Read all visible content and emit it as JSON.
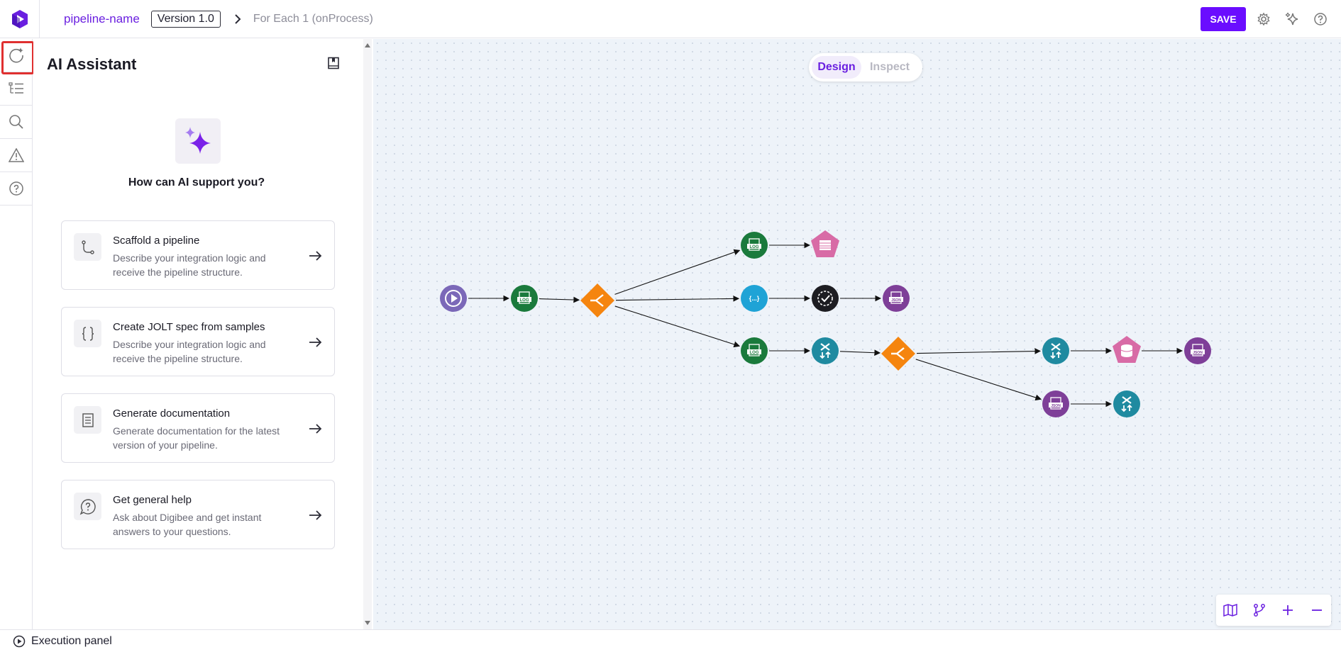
{
  "header": {
    "pipeline_name": "pipeline-name",
    "version": "Version 1.0",
    "breadcrumb_sub": "For Each 1 (onProcess)",
    "save_label": "SAVE"
  },
  "sidebar": {
    "items": [
      {
        "name": "ai-assistant",
        "icon": "ai-assistant-icon",
        "active": true
      },
      {
        "name": "tree",
        "icon": "tree-list-icon"
      },
      {
        "name": "search",
        "icon": "search-icon"
      },
      {
        "name": "warnings",
        "icon": "warning-icon"
      },
      {
        "name": "help",
        "icon": "help-icon"
      }
    ]
  },
  "ai_panel": {
    "title": "AI Assistant",
    "question": "How can AI support you?",
    "cards": [
      {
        "title": "Scaffold a pipeline",
        "description": "Describe your integration logic and receive the pipeline structure.",
        "icon": "branch-path-icon"
      },
      {
        "title": "Create JOLT spec from samples",
        "description": "Describe your integration logic and receive the pipeline structure.",
        "icon": "braces-icon"
      },
      {
        "title": "Generate documentation",
        "description": "Generate documentation for the latest version of your pipeline.",
        "icon": "document-icon"
      },
      {
        "title": "Get general help",
        "description": "Ask about Digibee and get instant answers to your questions.",
        "icon": "question-bubble-icon"
      }
    ]
  },
  "canvas": {
    "mode_design": "Design",
    "mode_inspect": "Inspect",
    "nodes": [
      {
        "id": "trigger",
        "kind": "trigger",
        "color": "#7b68b8"
      },
      {
        "id": "log1",
        "kind": "log",
        "color": "#1a7a3c"
      },
      {
        "id": "choice1",
        "kind": "choice",
        "color": "#f5850f"
      },
      {
        "id": "log2",
        "kind": "log",
        "color": "#1a7a3c"
      },
      {
        "id": "table1",
        "kind": "table",
        "color": "#d86ba6"
      },
      {
        "id": "rest1",
        "kind": "rest",
        "color": "#1fa3d6"
      },
      {
        "id": "validator1",
        "kind": "validator",
        "color": "#1d1d22"
      },
      {
        "id": "json1",
        "kind": "json",
        "color": "#7e3f98"
      },
      {
        "id": "log3",
        "kind": "log",
        "color": "#1a7a3c"
      },
      {
        "id": "transform1",
        "kind": "transformer",
        "color": "#1f8aa0"
      },
      {
        "id": "choice2",
        "kind": "choice",
        "color": "#f5850f"
      },
      {
        "id": "transform2",
        "kind": "transformer",
        "color": "#1f8aa0"
      },
      {
        "id": "db1",
        "kind": "database",
        "color": "#d86ba6"
      },
      {
        "id": "json2",
        "kind": "json",
        "color": "#7e3f98"
      },
      {
        "id": "json3",
        "kind": "json",
        "color": "#7e3f98"
      },
      {
        "id": "transform3",
        "kind": "transformer",
        "color": "#1f8aa0"
      }
    ],
    "node_labels": {
      "log": "LOG",
      "json": "JSON",
      "rest": "{...}"
    }
  },
  "footer": {
    "label": "Execution panel"
  },
  "colors": {
    "accent": "#6a0dff",
    "canvas_bg": "#eef3f9"
  }
}
